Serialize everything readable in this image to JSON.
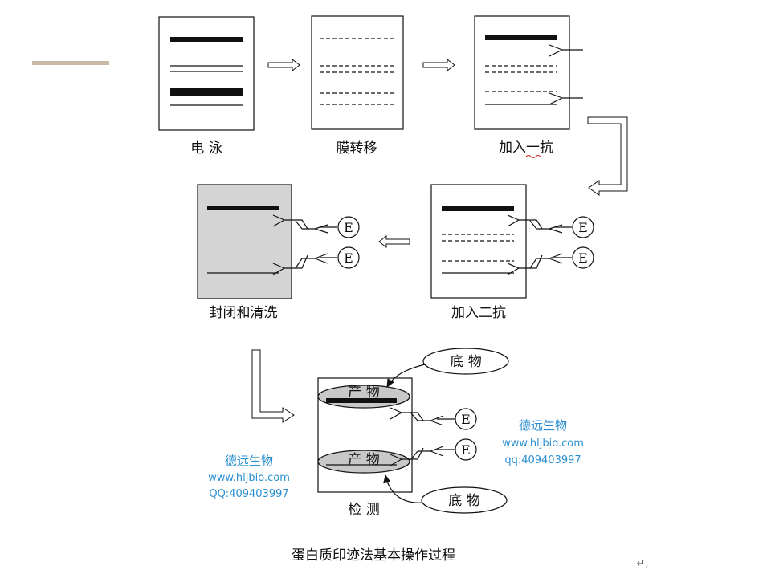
{
  "colors": {
    "accent_bar": "#c8b9a6",
    "blocked_fill": "#d4d4d4",
    "ellipse_fill": "#c8c8c8",
    "watermark": "#2a8fd0"
  },
  "steps": {
    "electrophoresis": "电 泳",
    "transfer": "膜转移",
    "primary_ab": "加入一抗",
    "secondary_ab": "加入二抗",
    "blocking_wash": "封闭和清洗",
    "detection": "检 测"
  },
  "detection": {
    "substrate": "底 物",
    "product": "产 物",
    "enzyme": "E"
  },
  "watermark_left": {
    "name": "德远生物",
    "url": "www.hljbio.com",
    "qq": "QQ:409403997"
  },
  "watermark_right": {
    "name": "德远生物",
    "url": "www.hljbio.com",
    "qq": "qq:409403997"
  },
  "caption": "蛋白质印迹法基本操作过程",
  "para_mark": "↵,"
}
